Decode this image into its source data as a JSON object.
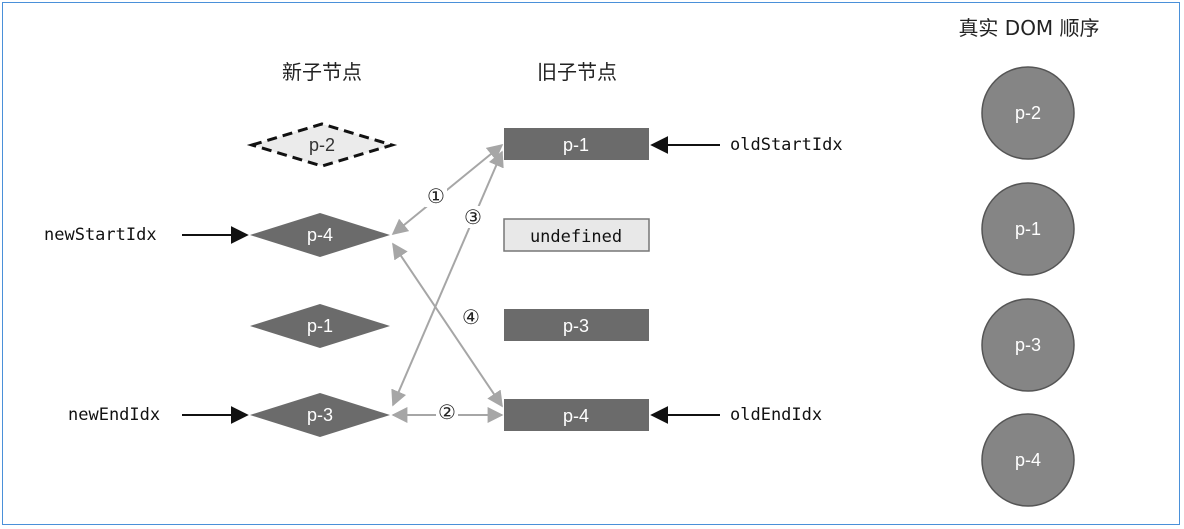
{
  "headers": {
    "new_children": "新子节点",
    "old_children": "旧子节点",
    "real_dom_order": "真实 DOM 顺序"
  },
  "new_nodes": [
    {
      "label": "p-2",
      "style": "dashed"
    },
    {
      "label": "p-4",
      "style": "solid"
    },
    {
      "label": "p-1",
      "style": "solid"
    },
    {
      "label": "p-3",
      "style": "solid"
    }
  ],
  "old_nodes": [
    {
      "label": "p-1",
      "style": "solid"
    },
    {
      "label": "undefined",
      "style": "light"
    },
    {
      "label": "p-3",
      "style": "solid"
    },
    {
      "label": "p-4",
      "style": "solid"
    }
  ],
  "dom_nodes": [
    "p-2",
    "p-1",
    "p-3",
    "p-4"
  ],
  "pointers": {
    "new_start": "newStartIdx",
    "new_end": "newEndIdx",
    "old_start": "oldStartIdx",
    "old_end": "oldEndIdx"
  },
  "step_markers": [
    "①",
    "②",
    "③",
    "④"
  ],
  "colors": {
    "node_fill": "#6b6b6b",
    "dashed_fill": "#ebebeb",
    "undefined_fill": "#e8e8e8",
    "dom_circle_fill": "#858585",
    "connector": "#a6a6a6",
    "frame_border": "#4a90d9"
  }
}
